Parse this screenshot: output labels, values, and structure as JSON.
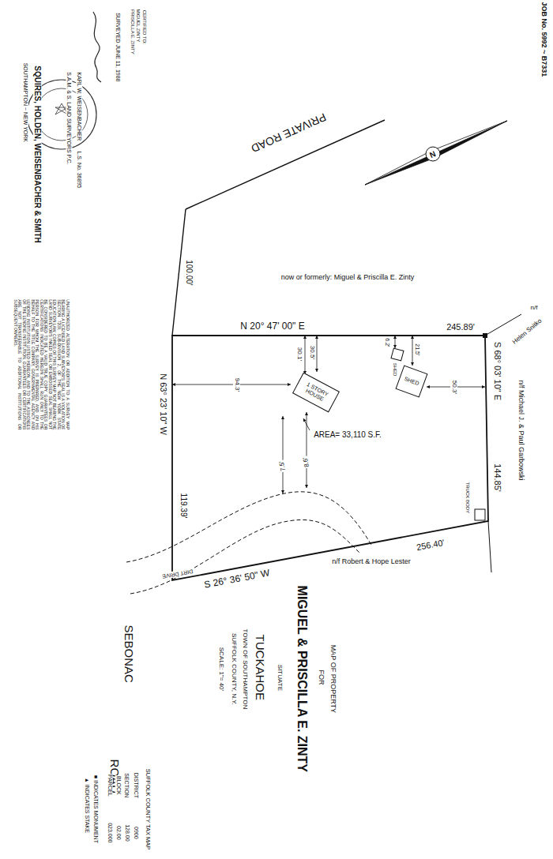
{
  "diagram": {
    "nodes": [
      {
        "text": [
          "1 STORY HOUSE"
        ]
      },
      {
        "text": [
          "SHED"
        ]
      },
      {
        "text": [
          "SHED"
        ]
      }
    ],
    "labels": [
      "JOB No. 5992 ~ B7331",
      "CERTIFIED TO:",
      "MIGUEL ZINTY",
      "PRISCILLA E. ZINTY",
      "SURVEYED JUNE 11, 1988",
      "KARL W. WEISENBACHER",
      "L.S. No. 36895",
      "S.A.M. & S. LAND SURVEYORS P.C.",
      "SQUIRES, HOLDEN, WEISENBACHER & SMITH",
      "SOUTHAMPTON ~ NEW YORK",
      "UNAUTHORIZED ALTERATION OR ADDITION TO A SURVEY MAP BEARING A LICENSED LAND SURVEYOR'S SEAL IS A VIOLATION OF SECTION 7209, SUB-DIVISION 2, OF THE NEW YORK STATE EDUCATION LAW. COPIES OF THIS SURVEY MAP NOT BEARING THE LAND SURVEYOR'S INKED SEAL OR EMBOSSED SEAL SHALL NOT BE CONSIDERED TO BE A VALID TRUE COPY. GUARANTEES OR CERTIFICATIONS INDICATED HEREON SHALL RUN ONLY TO THE PERSON FOR WHOM THE SURVEY IS PREPARED, AND ON HIS BEHALF TO THE TITLE COMPANY, GOVERNMENTAL AGENCY AND LENDING INSTITUTION LISTED HEREON, AND TO THE ASSIGNEES OF THE LENDING INSTITUTION. GUARANTEES OR CERTIFICATIONS ARE NOT TRANSFERABLE TO ADDITIONAL INSTITUTIONS OR SUBSEQUENT OWNERS.",
      "PRIVATE ROAD",
      "N",
      "now or formerly: Miguel & Priscilla E. Zinty",
      "N 20° 47' 00\" E",
      "245.89'",
      "n/f",
      "Helen Snitko",
      "S 68° 03' 10\" E",
      "n/f Michael J. & Paul Garbowski",
      "144.85'",
      "TRUCK BODY",
      "100.00'",
      "N 63° 23' 10\" W",
      "119.39'",
      "SEBONAC",
      "ROAD",
      "S 26° 36' 50\" W",
      "256.40'",
      "n/f Robert & Hope Lester",
      "DIRT DRIVE",
      "AREA= 33,110 S.F.",
      "30.1'",
      "30.5'",
      "94.3'",
      "6.2'",
      "21.5'",
      "50.3'",
      "7.5'",
      "8.6'",
      "MAP OF PROPERTY",
      "FOR",
      "MIGUEL & PRISCILLA E. ZINTY",
      "SITUATE",
      "TUCKAHOE",
      "TOWN OF SOUTHAMPTON",
      "SUFFOLK COUNTY, N.Y.",
      "SCALE: 1\"= 40'",
      "SUFFOLK COUNTY TAX MAP",
      "DISTRICT",
      "0900",
      "SECTION",
      "128.00",
      "BLOCK",
      "02.00",
      "PARCEL",
      "023.000",
      "■ INDICATES MONUMENT",
      "▲ INDICATES STAKE"
    ]
  }
}
